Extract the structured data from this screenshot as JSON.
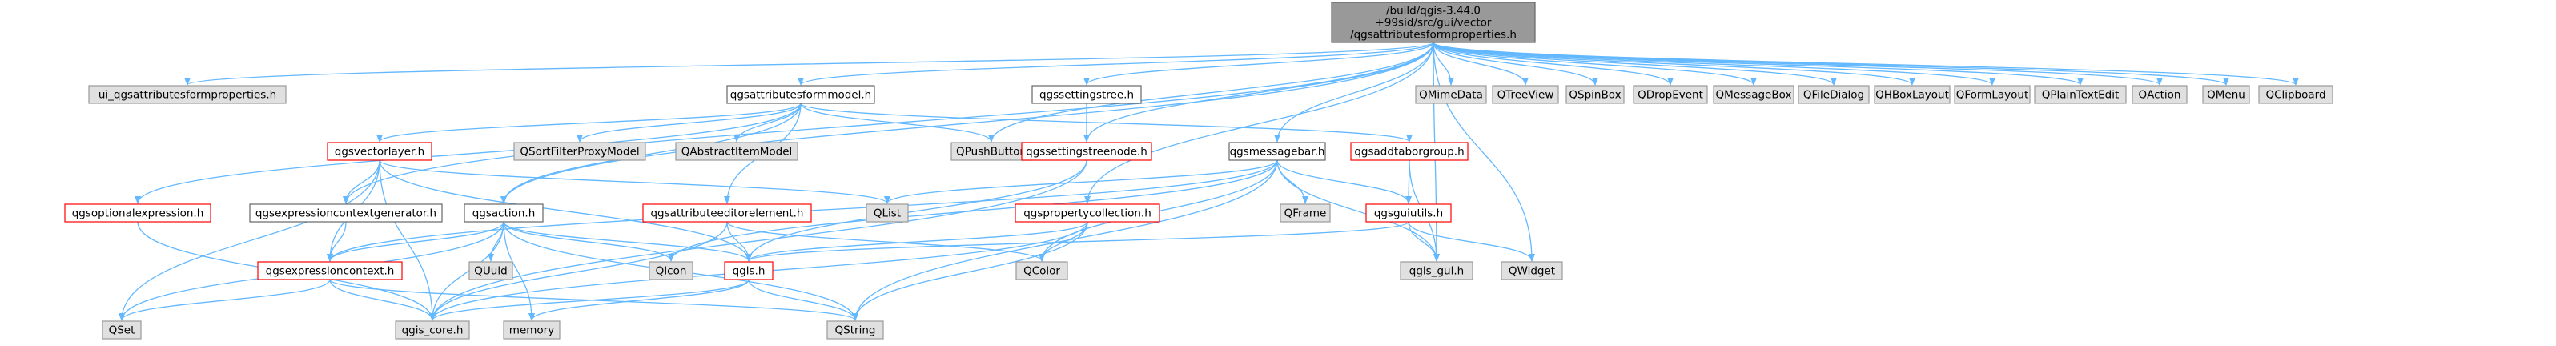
{
  "diagram": {
    "root": {
      "lines": [
        "/build/qgis-3.44.0",
        "+99sid/src/gui/vector",
        "/qgsattributesformproperties.h"
      ]
    },
    "nodes": [
      {
        "id": "ui_props",
        "label": "ui_qgsattributesformproperties.h",
        "style": "gray"
      },
      {
        "id": "formmodel",
        "label": "qgsattributesformmodel.h",
        "style": "white"
      },
      {
        "id": "settingstree",
        "label": "qgssettingstree.h",
        "style": "white"
      },
      {
        "id": "messagebar",
        "label": "qgsmessagebar.h",
        "style": "white"
      },
      {
        "id": "QMimeData",
        "label": "QMimeData",
        "style": "gray"
      },
      {
        "id": "QTreeView",
        "label": "QTreeView",
        "style": "gray"
      },
      {
        "id": "QSpinBox",
        "label": "QSpinBox",
        "style": "gray"
      },
      {
        "id": "QDropEvent",
        "label": "QDropEvent",
        "style": "gray"
      },
      {
        "id": "QMessageBox",
        "label": "QMessageBox",
        "style": "gray"
      },
      {
        "id": "QFileDialog",
        "label": "QFileDialog",
        "style": "gray"
      },
      {
        "id": "QHBoxLayout",
        "label": "QHBoxLayout",
        "style": "gray"
      },
      {
        "id": "QFormLayout",
        "label": "QFormLayout",
        "style": "gray"
      },
      {
        "id": "QPlainTextEdit",
        "label": "QPlainTextEdit",
        "style": "gray"
      },
      {
        "id": "QAction",
        "label": "QAction",
        "style": "gray"
      },
      {
        "id": "QMenu",
        "label": "QMenu",
        "style": "gray"
      },
      {
        "id": "QClipboard",
        "label": "QClipboard",
        "style": "gray"
      },
      {
        "id": "vectorlayer",
        "label": "qgsvectorlayer.h",
        "style": "red"
      },
      {
        "id": "QSortFilterProxyModel",
        "label": "QSortFilterProxyModel",
        "style": "gray"
      },
      {
        "id": "QAbstractItemModel",
        "label": "QAbstractItemModel",
        "style": "gray"
      },
      {
        "id": "QPushButton",
        "label": "QPushButton",
        "style": "gray"
      },
      {
        "id": "settingstreenode",
        "label": "qgssettingstreenode.h",
        "style": "red"
      },
      {
        "id": "addtabgroup",
        "label": "qgsaddtaborgroup.h",
        "style": "red"
      },
      {
        "id": "QFrame",
        "label": "QFrame",
        "style": "gray"
      },
      {
        "id": "optionalexpression",
        "label": "qgsoptionalexpression.h",
        "style": "red"
      },
      {
        "id": "exprctxgen",
        "label": "qgsexpressioncontextgenerator.h",
        "style": "white"
      },
      {
        "id": "action",
        "label": "qgsaction.h",
        "style": "white"
      },
      {
        "id": "attreditorelement",
        "label": "qgsattributeeditorelement.h",
        "style": "red"
      },
      {
        "id": "QList",
        "label": "QList",
        "style": "gray"
      },
      {
        "id": "propertycollection",
        "label": "qgspropertycollection.h",
        "style": "red"
      },
      {
        "id": "guiutils",
        "label": "qgsguiutils.h",
        "style": "red"
      },
      {
        "id": "exprctx",
        "label": "qgsexpressioncontext.h",
        "style": "red"
      },
      {
        "id": "QUuid",
        "label": "QUuid",
        "style": "gray"
      },
      {
        "id": "QIcon",
        "label": "QIcon",
        "style": "gray"
      },
      {
        "id": "qgis",
        "label": "qgis.h",
        "style": "red"
      },
      {
        "id": "QColor",
        "label": "QColor",
        "style": "gray"
      },
      {
        "id": "qgis_gui",
        "label": "qgis_gui.h",
        "style": "gray"
      },
      {
        "id": "QWidget",
        "label": "QWidget",
        "style": "gray"
      },
      {
        "id": "QSet",
        "label": "QSet",
        "style": "gray"
      },
      {
        "id": "qgis_core",
        "label": "qgis_core.h",
        "style": "gray"
      },
      {
        "id": "memory",
        "label": "memory",
        "style": "gray"
      },
      {
        "id": "QString",
        "label": "QString",
        "style": "gray"
      }
    ],
    "edges": [
      [
        "root",
        "ui_props"
      ],
      [
        "root",
        "formmodel"
      ],
      [
        "root",
        "settingstree"
      ],
      [
        "root",
        "messagebar"
      ],
      [
        "root",
        "QMimeData"
      ],
      [
        "root",
        "QTreeView"
      ],
      [
        "root",
        "QSpinBox"
      ],
      [
        "root",
        "QDropEvent"
      ],
      [
        "root",
        "QMessageBox"
      ],
      [
        "root",
        "QFileDialog"
      ],
      [
        "root",
        "QHBoxLayout"
      ],
      [
        "root",
        "QFormLayout"
      ],
      [
        "root",
        "QPlainTextEdit"
      ],
      [
        "root",
        "QAction"
      ],
      [
        "root",
        "QMenu"
      ],
      [
        "root",
        "QClipboard"
      ],
      [
        "root",
        "QPushButton"
      ],
      [
        "root",
        "settingstreenode"
      ],
      [
        "root",
        "exprctxgen"
      ],
      [
        "root",
        "action"
      ],
      [
        "root",
        "propertycollection"
      ],
      [
        "root",
        "qgis_gui"
      ],
      [
        "root",
        "QWidget"
      ],
      [
        "formmodel",
        "vectorlayer"
      ],
      [
        "formmodel",
        "QSortFilterProxyModel"
      ],
      [
        "formmodel",
        "QAbstractItemModel"
      ],
      [
        "formmodel",
        "QPushButton"
      ],
      [
        "formmodel",
        "addtabgroup"
      ],
      [
        "formmodel",
        "action"
      ],
      [
        "formmodel",
        "attreditorelement"
      ],
      [
        "formmodel",
        "optionalexpression"
      ],
      [
        "settingstree",
        "settingstreenode"
      ],
      [
        "settingstreenode",
        "qgis"
      ],
      [
        "settingstreenode",
        "qgis_core"
      ],
      [
        "messagebar",
        "QFrame"
      ],
      [
        "messagebar",
        "QList"
      ],
      [
        "messagebar",
        "guiutils"
      ],
      [
        "messagebar",
        "QColor"
      ],
      [
        "messagebar",
        "qgis_gui"
      ],
      [
        "messagebar",
        "QString"
      ],
      [
        "messagebar",
        "exprctx"
      ],
      [
        "messagebar",
        "QIcon"
      ],
      [
        "addtabgroup",
        "guiutils"
      ],
      [
        "addtabgroup",
        "qgis_gui"
      ],
      [
        "vectorlayer",
        "exprctxgen"
      ],
      [
        "vectorlayer",
        "exprctx"
      ],
      [
        "vectorlayer",
        "QList"
      ],
      [
        "vectorlayer",
        "QSet"
      ],
      [
        "vectorlayer",
        "qgis_core"
      ],
      [
        "vectorlayer",
        "qgis"
      ],
      [
        "optionalexpression",
        "qgis_core"
      ],
      [
        "exprctxgen",
        "exprctx"
      ],
      [
        "action",
        "exprctx"
      ],
      [
        "action",
        "QUuid"
      ],
      [
        "action",
        "QIcon"
      ],
      [
        "action",
        "qgis"
      ],
      [
        "action",
        "qgis_core"
      ],
      [
        "action",
        "memory"
      ],
      [
        "action",
        "QString"
      ],
      [
        "action",
        "QSet"
      ],
      [
        "attreditorelement",
        "qgis"
      ],
      [
        "attreditorelement",
        "QColor"
      ],
      [
        "attreditorelement",
        "qgis_core"
      ],
      [
        "propertycollection",
        "qgis"
      ],
      [
        "propertycollection",
        "QColor"
      ],
      [
        "propertycollection",
        "QString"
      ],
      [
        "propertycollection",
        "qgis_core"
      ],
      [
        "guiutils",
        "qgis_gui"
      ],
      [
        "guiutils",
        "QWidget"
      ],
      [
        "guiutils",
        "qgis"
      ],
      [
        "exprctx",
        "QSet"
      ],
      [
        "exprctx",
        "qgis_core"
      ],
      [
        "exprctx",
        "QString"
      ],
      [
        "qgis",
        "qgis_core"
      ],
      [
        "qgis",
        "memory"
      ],
      [
        "qgis",
        "QString"
      ]
    ],
    "colors": {
      "edge": "#63b8ff",
      "root_fill": "#999999",
      "root_border": "#666666",
      "gray_fill": "#e0e0e0",
      "gray_border": "#999999",
      "white_fill": "#ffffff",
      "white_border": "#666666",
      "red_fill": "#ffffff",
      "red_border": "#ff0000"
    }
  }
}
